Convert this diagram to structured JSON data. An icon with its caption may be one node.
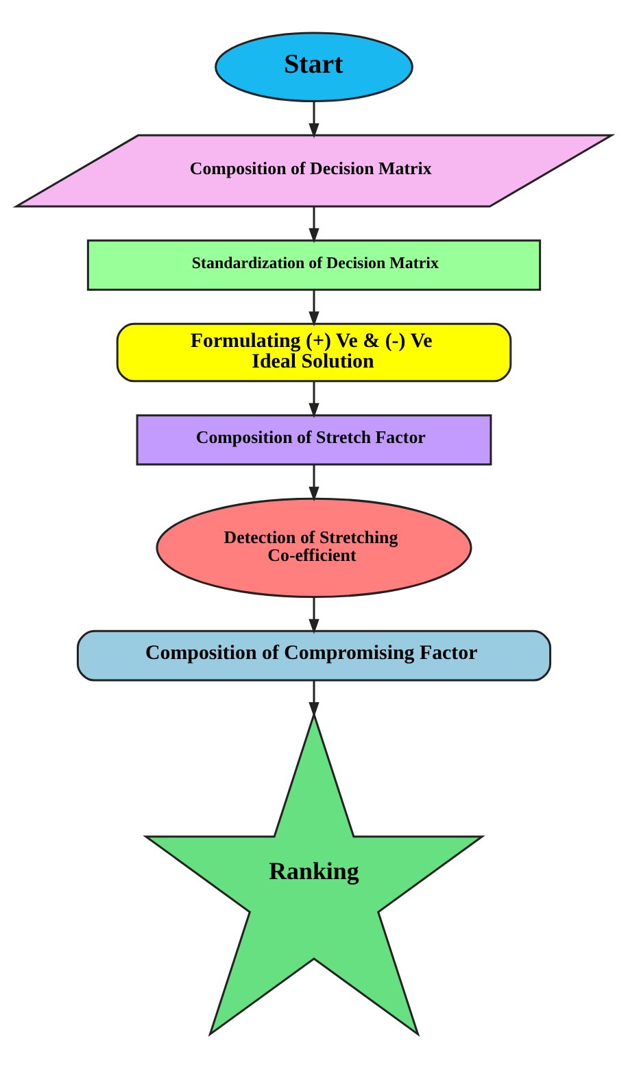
{
  "diagram": {
    "nodes": [
      {
        "text": [
          "Start"
        ]
      },
      {
        "text": [
          "Composition of Decision Matrix"
        ]
      },
      {
        "text": [
          "Standardization of Decision Matrix"
        ]
      },
      {
        "text": [
          "Formulating (+) Ve & (-) Ve Ideal Solution"
        ]
      },
      {
        "text": [
          "Composition of Stretch Factor"
        ]
      },
      {
        "text": [
          "Detection of Stretching Co-efficient"
        ]
      },
      {
        "text": [
          "Composition of Compromising Factor"
        ]
      },
      {
        "text": [
          "Ranking"
        ]
      }
    ],
    "edges": [
      {
        "from": 0,
        "to": 1,
        "arrow": "to"
      },
      {
        "from": 1,
        "to": 2,
        "arrow": "to"
      },
      {
        "from": 2,
        "to": 3,
        "arrow": "to"
      },
      {
        "from": 3,
        "to": 4,
        "arrow": "to"
      },
      {
        "from": 4,
        "to": 5,
        "arrow": "to"
      },
      {
        "from": 5,
        "to": 6,
        "arrow": "to"
      },
      {
        "from": 6,
        "to": 7,
        "arrow": "to"
      }
    ]
  }
}
